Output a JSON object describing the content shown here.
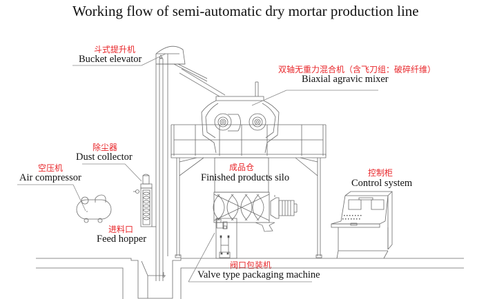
{
  "title": "Working flow of semi-automatic dry mortar production line",
  "components": [
    {
      "id": "bucket-elevator",
      "label_cn": "斗式提升机",
      "label_en": "Bucket elevator"
    },
    {
      "id": "biaxial-mixer",
      "label_cn": "双轴无重力混合机（含飞刀组：破碎纤维）",
      "label_en": "Biaxial agravic mixer"
    },
    {
      "id": "dust-collector",
      "label_cn": "除尘器",
      "label_en": "Dust collector"
    },
    {
      "id": "air-compressor",
      "label_cn": "空压机",
      "label_en": "Air compressor"
    },
    {
      "id": "finished-products-silo",
      "label_cn": "成品仓",
      "label_en": "Finished products silo"
    },
    {
      "id": "control-system",
      "label_cn": "控制柜",
      "label_en": "Control system"
    },
    {
      "id": "feed-hopper",
      "label_cn": "进料口",
      "label_en": "Feed hopper"
    },
    {
      "id": "valve-packaging-machine",
      "label_cn": "阀口包装机",
      "label_en": "Valve type packaging machine"
    }
  ],
  "colors": {
    "label_cn": "#e8262a",
    "label_en": "#111111",
    "line": "#555555"
  }
}
